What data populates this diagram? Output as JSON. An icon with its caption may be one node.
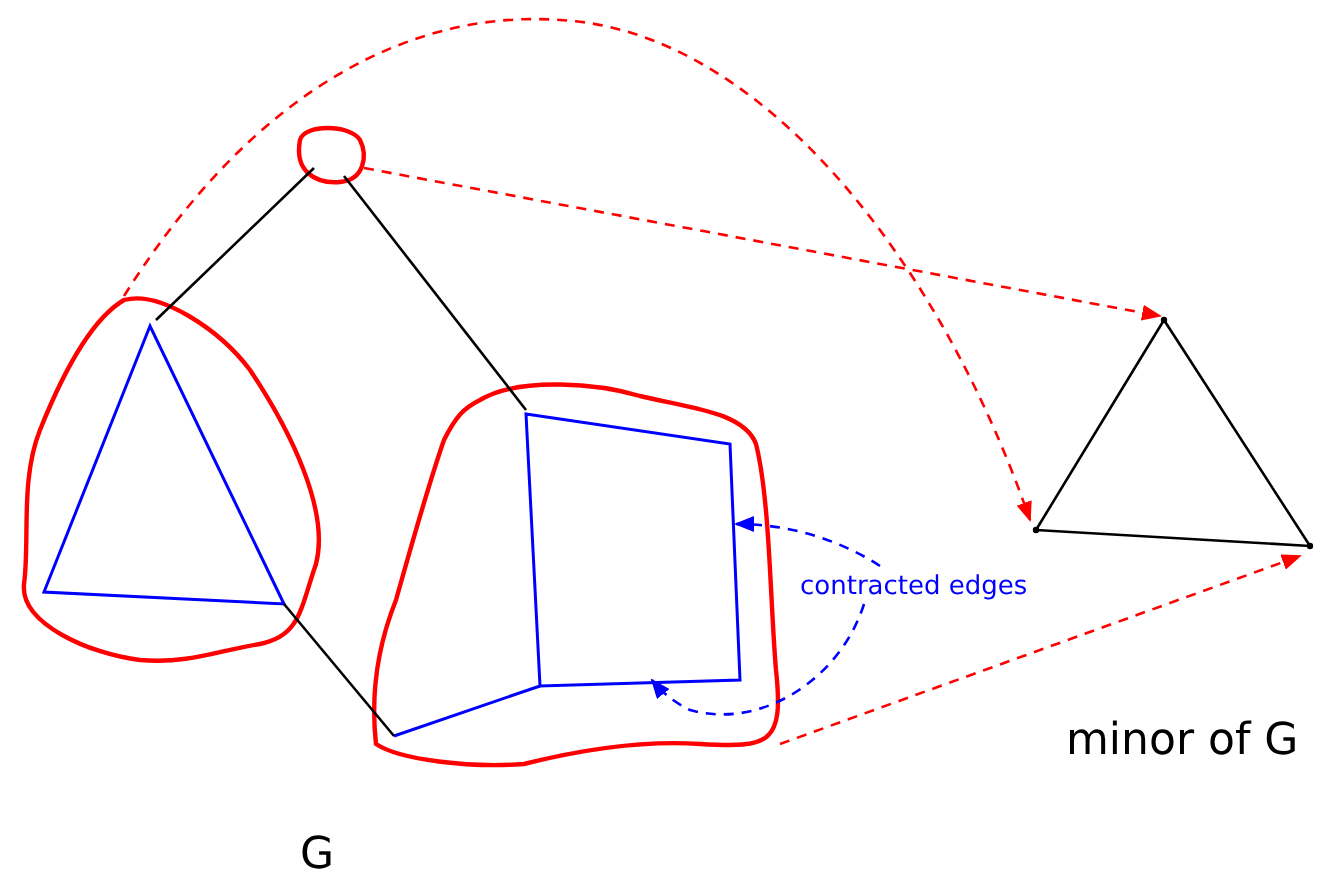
{
  "diagram": {
    "nodes": [
      {
        "text": [],
        "shape": "circle"
      },
      {
        "text": [],
        "shape": "blob"
      },
      {
        "text": [],
        "shape": "blob"
      },
      {
        "text": [],
        "shape": "point"
      },
      {
        "text": [],
        "shape": "point"
      },
      {
        "text": [],
        "shape": "point"
      },
      {
        "text": [
          "contracted edges"
        ]
      }
    ],
    "edges": [
      {
        "from": 0,
        "to": 3,
        "arrow": "to",
        "style": "dashed",
        "color": "#ff0000"
      },
      {
        "from": 1,
        "to": 4,
        "arrow": "to",
        "style": "dashed",
        "color": "#ff0000"
      },
      {
        "from": 2,
        "to": 5,
        "arrow": "to",
        "style": "dashed",
        "color": "#ff0000"
      },
      {
        "from": 0,
        "to": 1,
        "arrow": "none"
      },
      {
        "from": 0,
        "to": 2,
        "arrow": "none"
      },
      {
        "from": 1,
        "to": 2,
        "arrow": "none"
      },
      {
        "from": 3,
        "to": 4,
        "arrow": "none"
      },
      {
        "from": 3,
        "to": 5,
        "arrow": "none"
      },
      {
        "from": 4,
        "to": 5,
        "arrow": "none"
      },
      {
        "from": 6,
        "to": 2,
        "arrow": "to",
        "style": "dashed",
        "color": "#0000ff"
      },
      {
        "from": 6,
        "to": 2,
        "arrow": "to",
        "style": "dashed",
        "color": "#0000ff"
      }
    ],
    "labels": [
      "G",
      "minor of G"
    ]
  }
}
